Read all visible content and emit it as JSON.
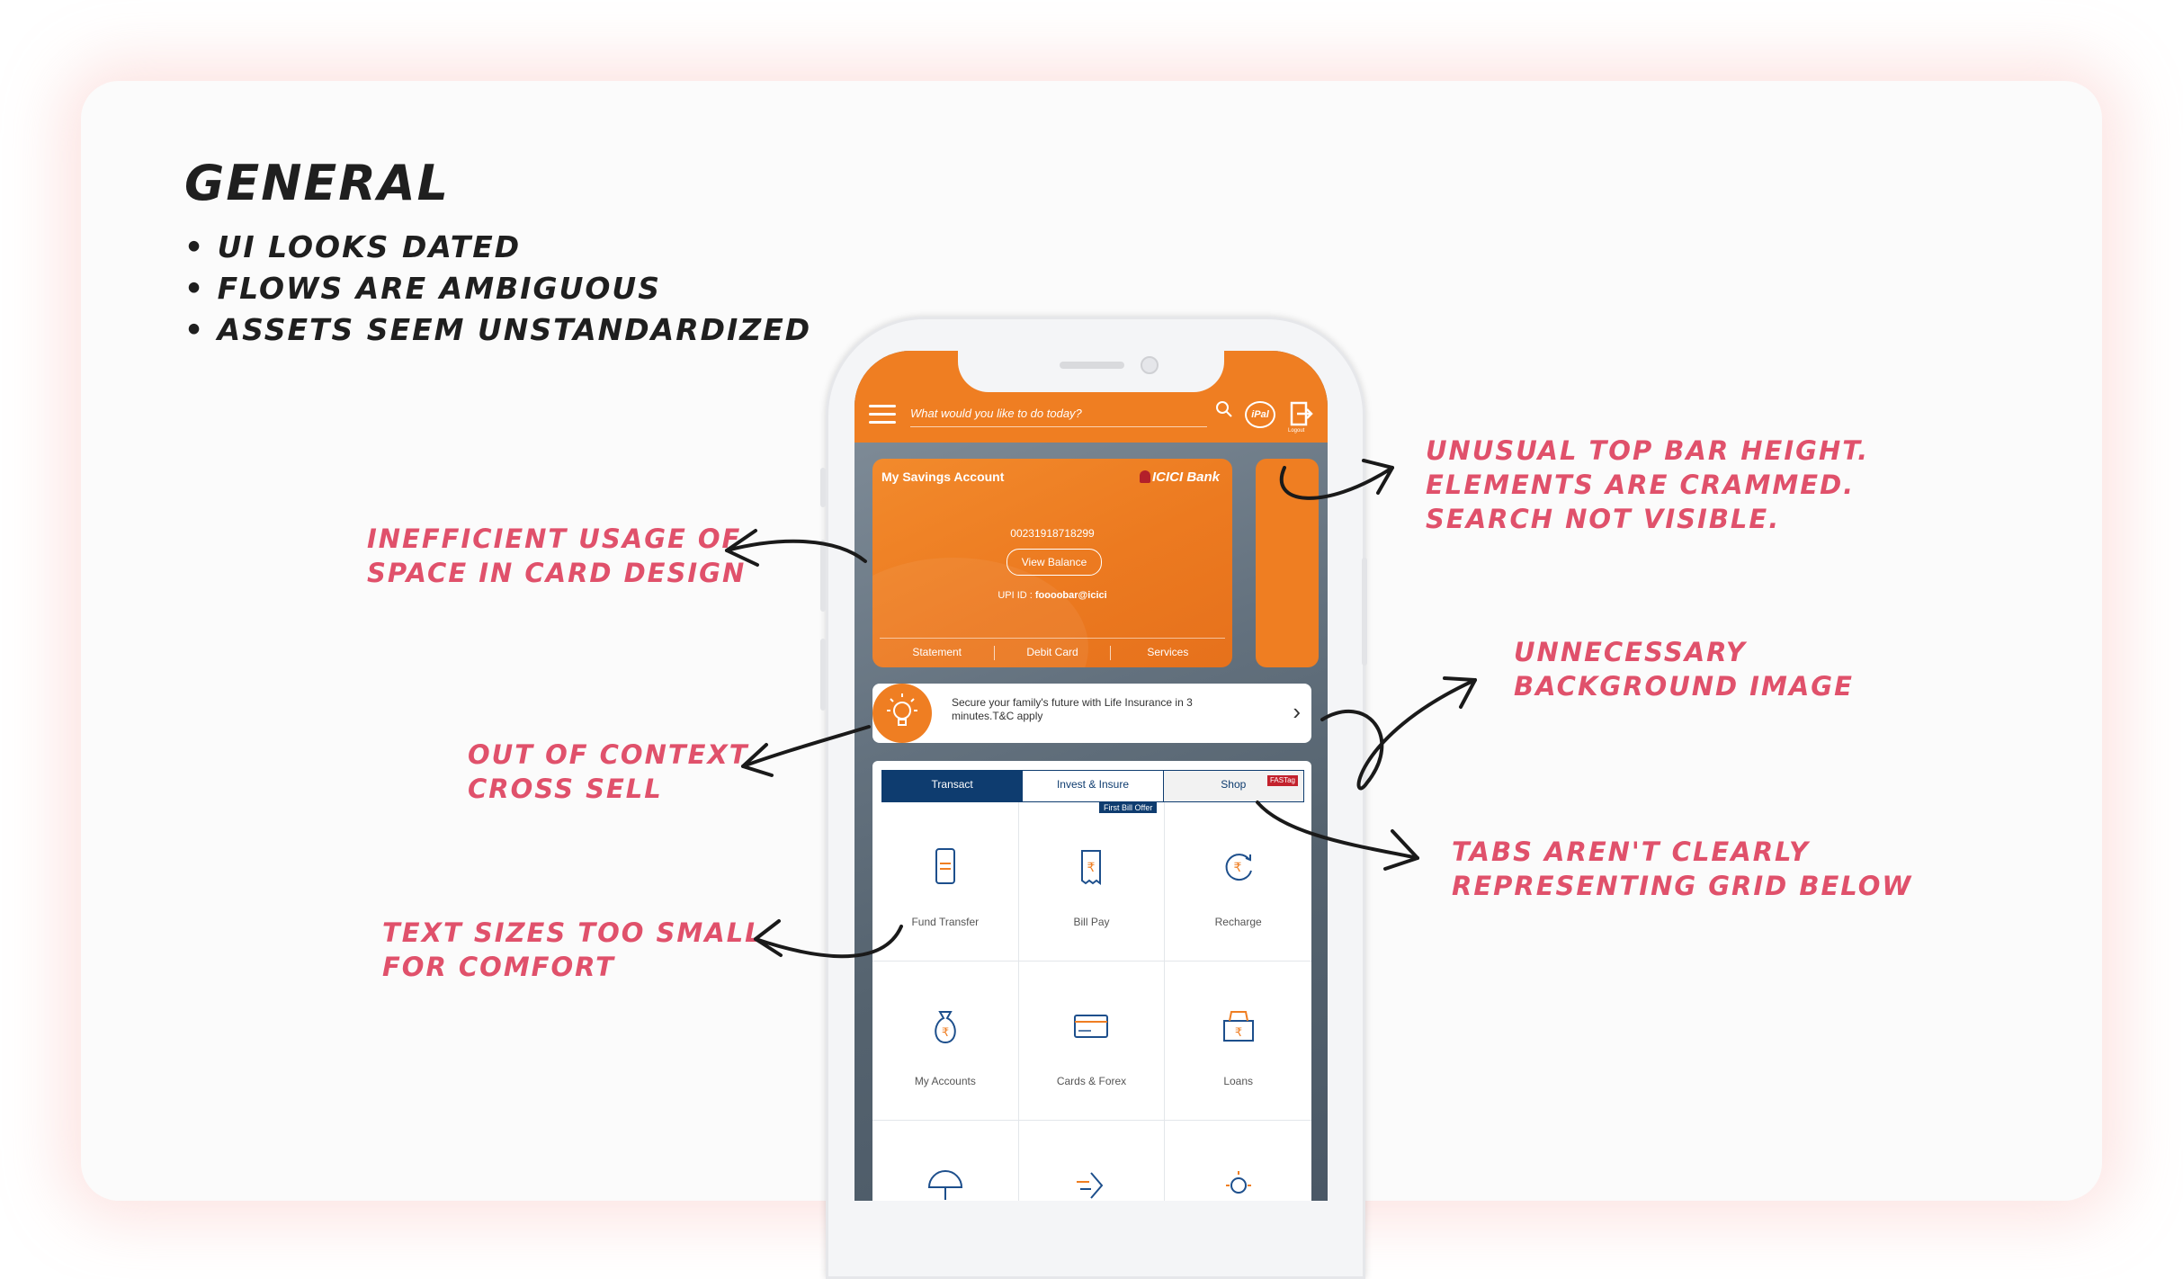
{
  "general": {
    "title": "General",
    "bullets": [
      "UI looks dated",
      "flows are ambiguous",
      "Assets seem unstandardized"
    ]
  },
  "annotations": {
    "card_space": "inefficient usage of\nspace in card design",
    "top_bar": "Unusual top bar height.\nelements are crammed.\nSearch not visible.",
    "background": "Unnecessary\nbackground Image",
    "cross_sell": "Out of context\ncross sell",
    "tabs": "Tabs aren't clearly\nrepresenting grid below",
    "text_size": "Text sizes too small\nfor comfort"
  },
  "app": {
    "search_placeholder": "What would you like to do today?",
    "ipal_label": "iPal",
    "logout_label": "Logout",
    "account": {
      "title": "My Savings Account",
      "bank_name": "ICICI Bank",
      "number": "002319187182​99",
      "view_balance": "View Balance",
      "upi_prefix": "UPI ID :",
      "upi_id": "foooobar@icici",
      "links": [
        "Statement",
        "Debit Card",
        "Services"
      ]
    },
    "promo": {
      "text": "Secure your family's future with Life Insurance in 3 minutes.T&C apply"
    },
    "tabs": [
      "Transact",
      "Invest & Insure",
      "Shop"
    ],
    "fastag_badge": "FASTag",
    "first_bill_badge": "First Bill Offer",
    "grid_items": [
      "Fund Transfer",
      "Bill Pay",
      "Recharge",
      "My Accounts",
      "Cards & Forex",
      "Loans",
      "",
      "",
      ""
    ]
  },
  "colors": {
    "brand_orange": "#ef7e22",
    "navy": "#0e3c6f",
    "annotation_red": "#e0516b"
  }
}
